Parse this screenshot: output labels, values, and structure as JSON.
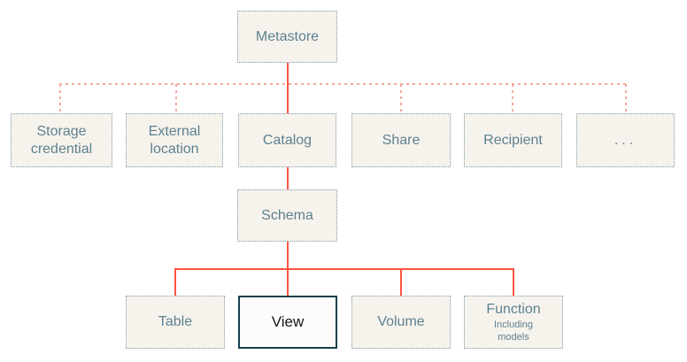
{
  "diagram": {
    "nodes": {
      "metastore": {
        "label": "Metastore"
      },
      "storage_credential": {
        "label": "Storage credential"
      },
      "external_location": {
        "label": "External location"
      },
      "catalog": {
        "label": "Catalog"
      },
      "share": {
        "label": "Share"
      },
      "recipient": {
        "label": "Recipient"
      },
      "ellipsis": {
        "label": "..."
      },
      "schema": {
        "label": "Schema"
      },
      "table": {
        "label": "Table"
      },
      "view": {
        "label": "View"
      },
      "volume": {
        "label": "Volume"
      },
      "function": {
        "label": "Function",
        "sublabel": "Including models"
      }
    },
    "edges": [
      {
        "from": "metastore",
        "to": "storage_credential",
        "style": "dotted"
      },
      {
        "from": "metastore",
        "to": "external_location",
        "style": "dotted"
      },
      {
        "from": "metastore",
        "to": "catalog",
        "style": "solid"
      },
      {
        "from": "metastore",
        "to": "share",
        "style": "dotted"
      },
      {
        "from": "metastore",
        "to": "recipient",
        "style": "dotted"
      },
      {
        "from": "metastore",
        "to": "ellipsis",
        "style": "dotted"
      },
      {
        "from": "catalog",
        "to": "schema",
        "style": "solid"
      },
      {
        "from": "schema",
        "to": "table",
        "style": "solid"
      },
      {
        "from": "schema",
        "to": "view",
        "style": "solid"
      },
      {
        "from": "schema",
        "to": "volume",
        "style": "solid"
      },
      {
        "from": "schema",
        "to": "function",
        "style": "solid"
      }
    ],
    "highlighted_node": "view",
    "colors": {
      "box_fill": "#f6f3ed",
      "box_border": "#7d9aa7",
      "text": "#5e808f",
      "highlight_border": "#15404d",
      "highlight_fill": "#fdfcfa",
      "highlight_text": "#13161a",
      "connector_solid": "#ff5440",
      "connector_dotted": "#f5a89d"
    }
  }
}
